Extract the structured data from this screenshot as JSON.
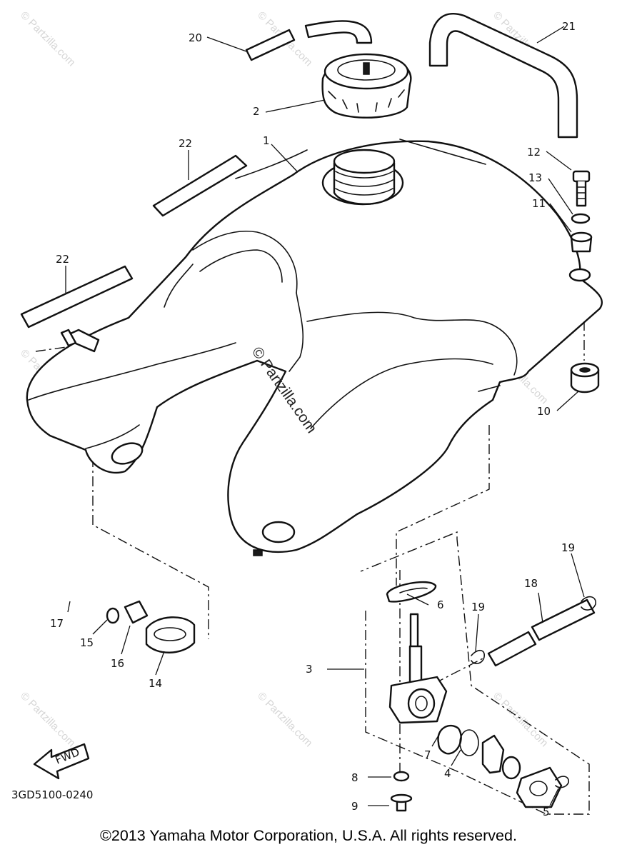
{
  "callouts": [
    {
      "id": "c1",
      "label": "1"
    },
    {
      "id": "c2",
      "label": "2"
    },
    {
      "id": "c3",
      "label": "3"
    },
    {
      "id": "c4",
      "label": "4"
    },
    {
      "id": "c5",
      "label": "5"
    },
    {
      "id": "c6",
      "label": "6"
    },
    {
      "id": "c7",
      "label": "7"
    },
    {
      "id": "c8",
      "label": "8"
    },
    {
      "id": "c9",
      "label": "9"
    },
    {
      "id": "c10",
      "label": "10"
    },
    {
      "id": "c11",
      "label": "11"
    },
    {
      "id": "c12",
      "label": "12"
    },
    {
      "id": "c13",
      "label": "13"
    },
    {
      "id": "c14",
      "label": "14"
    },
    {
      "id": "c15",
      "label": "15"
    },
    {
      "id": "c16",
      "label": "16"
    },
    {
      "id": "c17",
      "label": "17"
    },
    {
      "id": "c18",
      "label": "18"
    },
    {
      "id": "c19a",
      "label": "19"
    },
    {
      "id": "c19b",
      "label": "19"
    },
    {
      "id": "c20",
      "label": "20"
    },
    {
      "id": "c21",
      "label": "21"
    },
    {
      "id": "c22a",
      "label": "22"
    },
    {
      "id": "c22b",
      "label": "22"
    }
  ],
  "fwd_label": "FWD",
  "diagram_code": "3GD5100-0240",
  "watermark": "© Partzilla.com",
  "copyright": "©2013 Yamaha Motor Corporation, U.S.A. All rights reserved."
}
